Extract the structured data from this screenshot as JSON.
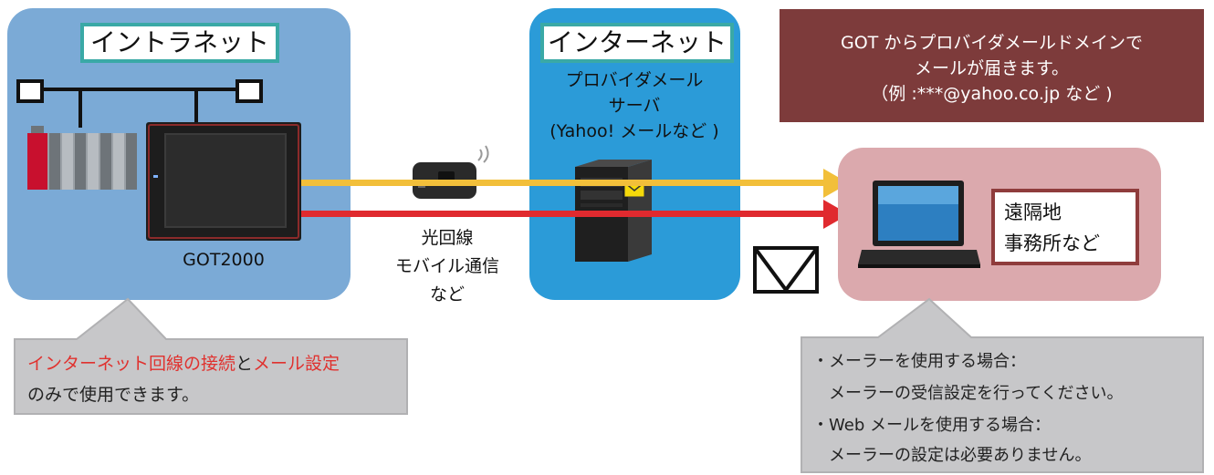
{
  "intranet": {
    "title": "イントラネット",
    "device_label": "GOT2000"
  },
  "internet": {
    "title": "インターネット",
    "server_label": [
      "プロバイダメール",
      "サーバ",
      "(Yahoo! メールなど )"
    ]
  },
  "link_label": [
    "光回線",
    "モバイル通信",
    "など"
  ],
  "notice": {
    "lines": [
      "GOT からプロバイダメールドメインで",
      "メールが届きます。",
      "（例 :***@yahoo.co.jp など )"
    ]
  },
  "remote": {
    "lines": [
      "遠隔地",
      "事務所など"
    ]
  },
  "callout_left": {
    "part1": "インターネット回線の接続",
    "part2": "と",
    "part3": "メール設定",
    "line2": "のみで使用できます。"
  },
  "callout_right": {
    "lines": [
      "・メーラーを使用する場合：",
      "　メーラーの受信設定を行ってください。",
      "・Web メールを使用する場合：",
      "　メーラーの設定は必要ありません。"
    ]
  },
  "colors": {
    "intranet_bg": "#7baad6",
    "internet_bg": "#2b9bd8",
    "remote_bg": "#dba9ad",
    "notice_bg": "#7d3b3b",
    "yellow_line": "#f2bf3a",
    "red_line": "#e02a2f",
    "teal_border": "#3aa9a6"
  }
}
